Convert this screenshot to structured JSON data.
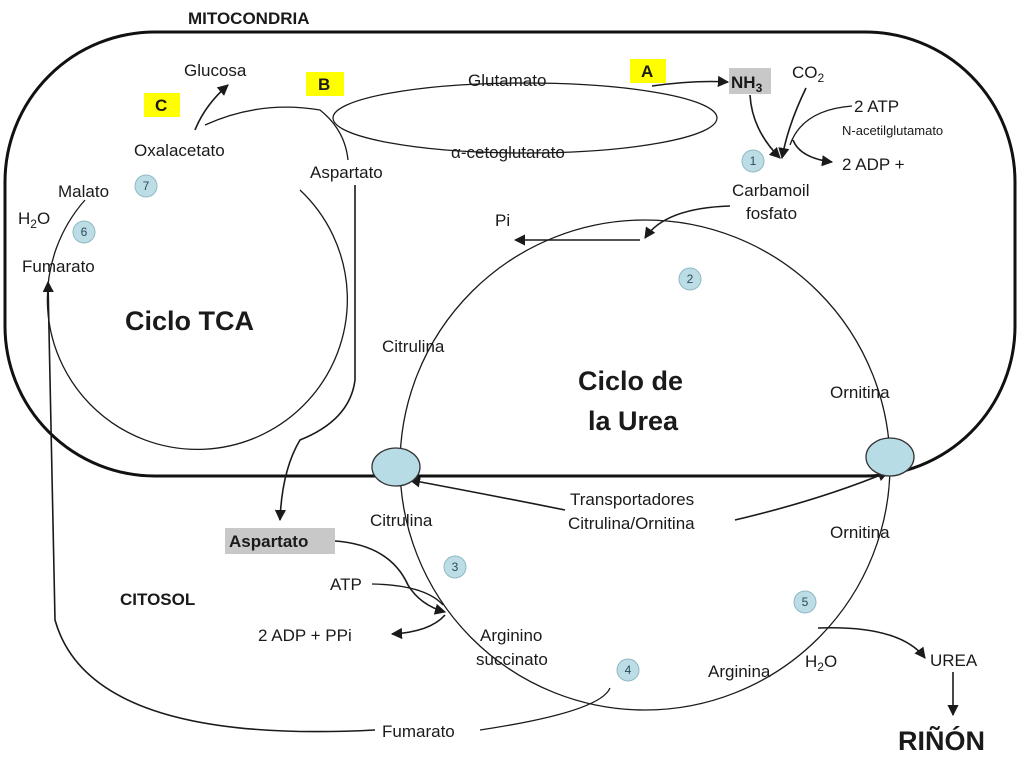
{
  "regions": {
    "mitochondria": "MITOCONDRIA",
    "cytosol": "CITOSOL"
  },
  "cycles": {
    "tca": "Ciclo TCA",
    "urea_line1": "Ciclo de",
    "urea_line2": "la Urea"
  },
  "labels": {
    "glucosa": "Glucosa",
    "glutamato": "Glutamato",
    "nh3": "NH",
    "nh3_sub": "3",
    "co2": "CO",
    "co2_sub": "2",
    "atp2": "2 ATP",
    "nacetil": "N-acetilglutamato",
    "adp2": "2 ADP +",
    "oxalacetato": "Oxalacetato",
    "akg": "α-cetoglutarato",
    "aspartato_mito": "Aspartato",
    "malato": "Malato",
    "h2o": "H",
    "h2o_sub": "2",
    "h2o_o": "O",
    "fumarato_mito": "Fumarato",
    "carbamoil1": "Carbamoil",
    "carbamoil2": "fosfato",
    "pi": "Pi",
    "citrulina_mito": "Citrulina",
    "ornitina_mito": "Ornitina",
    "transport1": "Transportadores",
    "transport2": "Citrulina/Ornitina",
    "citrulina_cyto": "Citrulina",
    "ornitina_cyto": "Ornitina",
    "aspartato_cyto": "Aspartato",
    "atp": "ATP",
    "adp_ppi": "2 ADP + PPi",
    "arginino1": "Arginino",
    "arginino2": "succinato",
    "arginina": "Arginina",
    "h2o_cyto": "H",
    "h2o_cyto_sub": "2",
    "h2o_cyto_o": "O",
    "urea": "UREA",
    "fumarato_cyto": "Fumarato",
    "rinon": "RIÑÓN"
  },
  "tags": {
    "a": "A",
    "b": "B",
    "c": "C"
  },
  "steps": [
    "1",
    "2",
    "3",
    "4",
    "5",
    "6",
    "7"
  ],
  "colors": {
    "tag_fill": "#ffff00",
    "highlight_fill": "#c8c8c8",
    "transporter_fill": "#b7dce6",
    "step_fill": "#bcdde5"
  }
}
